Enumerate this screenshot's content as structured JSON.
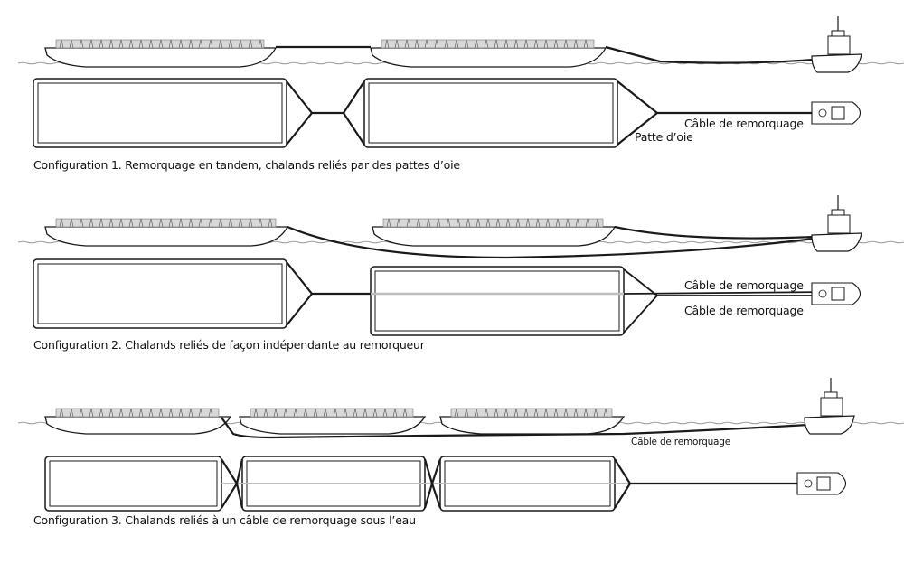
{
  "configurations": [
    {
      "caption": "Configuration 1. Remorquage en tandem, chalands reliés par des pattes d’oie",
      "labels": {
        "tow_cable": "Câble de remorquage",
        "bridle": "Patte d’oie"
      }
    },
    {
      "caption": "Configuration 2. Chalands reliés de façon indépendante au remorqueur",
      "labels": {
        "tow_cable_upper": "Câble de remorquage",
        "tow_cable_lower": "Câble de remorquage"
      }
    },
    {
      "caption": "Configuration 3. Chalands reliés à un câble de remorquage sous l’eau",
      "labels": {
        "tow_cable": "Câble de remorquage"
      }
    }
  ],
  "colors": {
    "line": "#1a1a1a",
    "water": "#9a9a9a",
    "light_cable": "#bdbdbd"
  }
}
